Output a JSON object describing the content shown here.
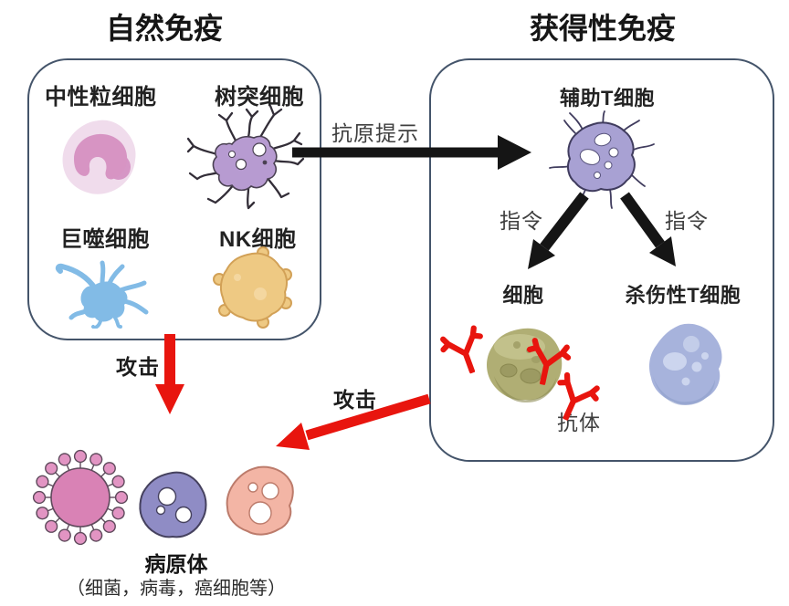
{
  "titles": {
    "innate": "自然免疫",
    "adaptive": "获得性免疫"
  },
  "innate": {
    "cells": [
      {
        "label": "中性粒细胞"
      },
      {
        "label": "树突细胞"
      },
      {
        "label": "巨噬细胞"
      },
      {
        "label": "NK细胞"
      }
    ]
  },
  "adaptive": {
    "helper_t_label": "辅助T细胞",
    "command_left": "指令",
    "command_right": "指令",
    "b_cell_label": "细胞",
    "killer_t_label": "杀伤性T细胞",
    "antibody_label": "抗体"
  },
  "arrows": {
    "antigen": "抗原提示",
    "attack_innate": "攻击",
    "attack_adaptive": "攻击"
  },
  "pathogens": {
    "title": "病原体",
    "subtitle": "（细菌，病毒，癌细胞等）"
  },
  "colors": {
    "box_border": "#44546a",
    "arrow_black": "#151515",
    "arrow_red": "#e8150e",
    "neutrophil_pink": "#eed7e8",
    "neutrophil_nucleus": "#d794c3",
    "dendritic_purple": "#b79bd1",
    "macrophage_blue": "#82bbe6",
    "nk_gold": "#eec983",
    "helper_t_purple": "#a8a1d3",
    "b_cell_olive": "#b0ae74",
    "killer_t_blue": "#a7b3dc",
    "virus_pink": "#d982b5",
    "pathogen_purple": "#8f8cc5",
    "pathogen_salmon": "#f3b5a5"
  }
}
